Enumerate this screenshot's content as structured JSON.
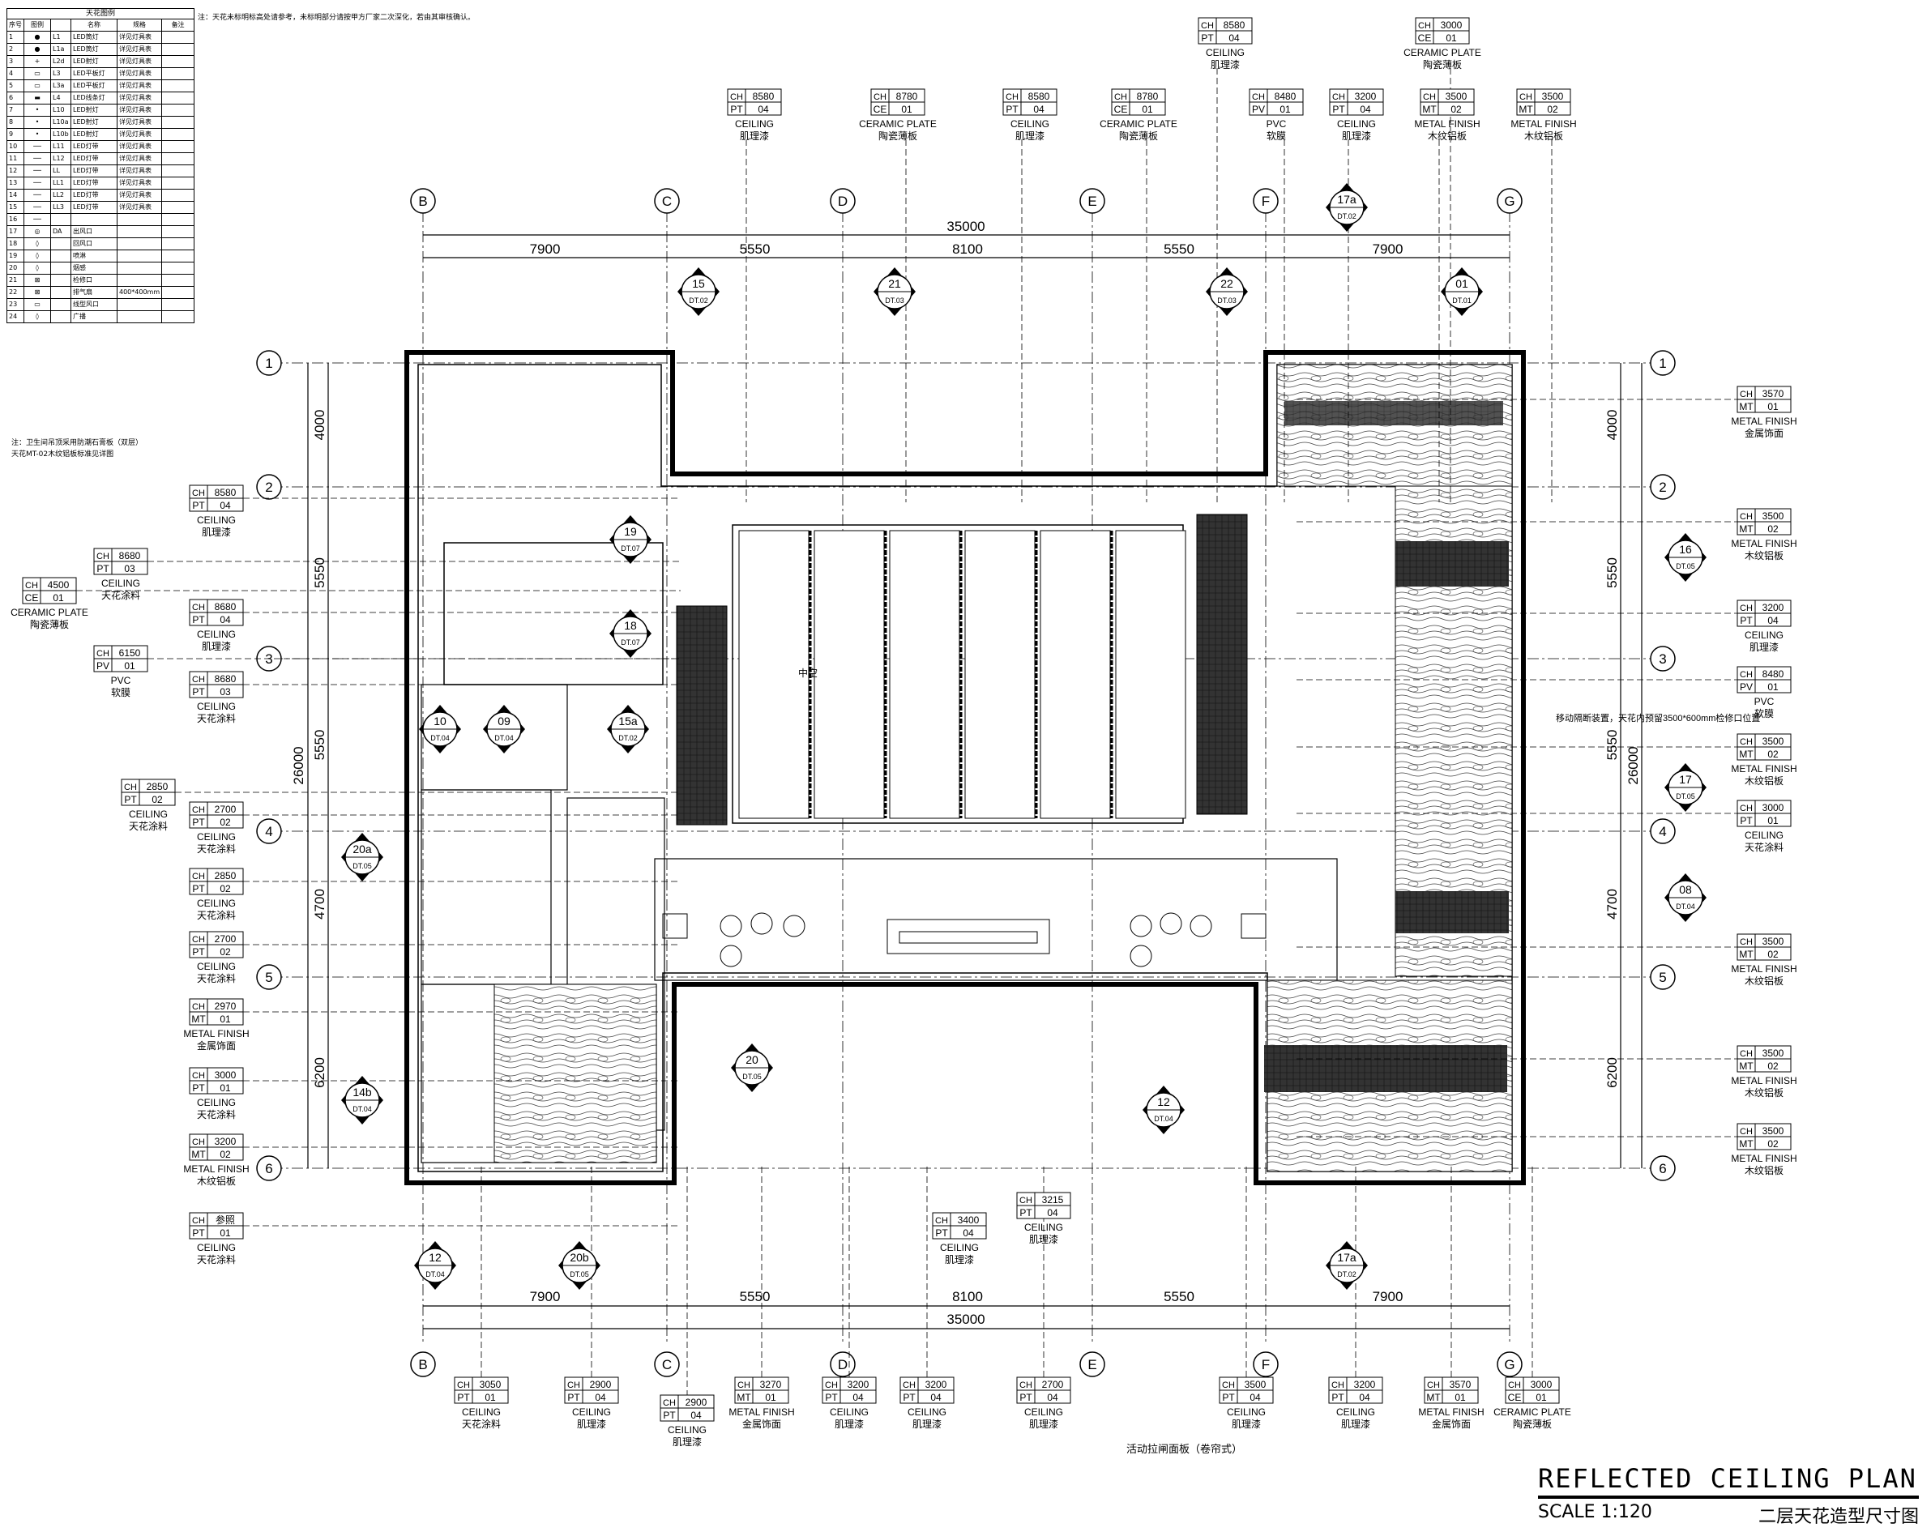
{
  "legend": {
    "title": "天花图例",
    "headers": [
      "序号",
      "图例",
      "",
      "名称",
      "规格",
      "备注"
    ],
    "rows": [
      {
        "no": "1",
        "code": "L1",
        "name": "LED筒灯",
        "spec": "详见灯具表"
      },
      {
        "no": "2",
        "code": "L1a",
        "name": "LED筒灯",
        "spec": "详见灯具表"
      },
      {
        "no": "3",
        "code": "L2d",
        "name": "LED射灯",
        "spec": "详见灯具表"
      },
      {
        "no": "4",
        "code": "L3",
        "name": "LED平板灯",
        "spec": "详见灯具表"
      },
      {
        "no": "5",
        "code": "L3a",
        "name": "LED平板灯",
        "spec": "详见灯具表"
      },
      {
        "no": "6",
        "code": "L4",
        "name": "LED线条灯",
        "spec": "详见灯具表"
      },
      {
        "no": "7",
        "code": "L10",
        "name": "LED射灯",
        "spec": "详见灯具表"
      },
      {
        "no": "8",
        "code": "L10a",
        "name": "LED射灯",
        "spec": "详见灯具表"
      },
      {
        "no": "9",
        "code": "L10b",
        "name": "LED射灯",
        "spec": "详见灯具表"
      },
      {
        "no": "10",
        "code": "L11",
        "name": "LED灯带",
        "spec": "详见灯具表"
      },
      {
        "no": "11",
        "code": "L12",
        "name": "LED灯带",
        "spec": "详见灯具表"
      },
      {
        "no": "12",
        "code": "LL",
        "name": "LED灯带",
        "spec": "详见灯具表"
      },
      {
        "no": "13",
        "code": "LL1",
        "name": "LED灯带",
        "spec": "详见灯具表"
      },
      {
        "no": "14",
        "code": "LL2",
        "name": "LED灯带",
        "spec": "详见灯具表"
      },
      {
        "no": "15",
        "code": "LL3",
        "name": "LED灯带",
        "spec": "详见灯具表"
      },
      {
        "no": "16",
        "code": "",
        "name": "",
        "spec": ""
      },
      {
        "no": "17",
        "code": "DA",
        "name": "出风口",
        "spec": ""
      },
      {
        "no": "18",
        "code": "",
        "name": "回风口",
        "spec": ""
      },
      {
        "no": "19",
        "code": "",
        "name": "喷淋",
        "spec": ""
      },
      {
        "no": "20",
        "code": "",
        "name": "烟感",
        "spec": ""
      },
      {
        "no": "21",
        "code": "",
        "name": "检修口",
        "spec": ""
      },
      {
        "no": "22",
        "code": "",
        "name": "排气扇",
        "spec": "400*400mm"
      },
      {
        "no": "23",
        "code": "",
        "name": "线型风口",
        "spec": ""
      },
      {
        "no": "24",
        "code": "",
        "name": "广播",
        "spec": ""
      }
    ]
  },
  "notes": {
    "top": "注：天花未标明标高处请参考，未标明部分请按甲方厂家二次深化，若由其审核确认。",
    "left_line1": "注：卫生间吊顶采用防潮石膏板（双层）",
    "left_line2": "天花MT-02木纹铝板标准见详图"
  },
  "grid": {
    "columns": [
      "B",
      "C",
      "D",
      "E",
      "F",
      "G"
    ],
    "rows": [
      "1",
      "2",
      "3",
      "4",
      "5",
      "6"
    ],
    "spans_x": [
      "7900",
      "5550",
      "8100",
      "5550",
      "7900"
    ],
    "total_x": "35000",
    "spans_y": [
      "4000",
      "5550",
      "5550",
      "4700",
      "6200"
    ],
    "total_y": "26000"
  },
  "callouts_top": [
    {
      "ch": "8580",
      "code": "PT",
      "num": "04",
      "en": "CEILING",
      "cn": "肌理漆"
    },
    {
      "ch": "8780",
      "code": "CE",
      "num": "01",
      "en": "CERAMIC PLATE",
      "cn": "陶瓷薄板"
    },
    {
      "ch": "8580",
      "code": "PT",
      "num": "04",
      "en": "CEILING",
      "cn": "肌理漆"
    },
    {
      "ch": "8780",
      "code": "CE",
      "num": "01",
      "en": "CERAMIC PLATE",
      "cn": "陶瓷薄板"
    },
    {
      "ch": "8580",
      "code": "PT",
      "num": "04",
      "en": "CEILING",
      "cn": "肌理漆"
    },
    {
      "ch": "8480",
      "code": "PV",
      "num": "01",
      "en": "PVC",
      "cn": "软膜"
    },
    {
      "ch": "3200",
      "code": "PT",
      "num": "04",
      "en": "CEILING",
      "cn": "肌理漆"
    },
    {
      "ch": "3000",
      "code": "CE",
      "num": "01",
      "en": "CERAMIC PLATE",
      "cn": "陶瓷薄板"
    },
    {
      "ch": "3500",
      "code": "MT",
      "num": "02",
      "en": "METAL FINISH",
      "cn": "木纹铝板"
    },
    {
      "ch": "3500",
      "code": "MT",
      "num": "02",
      "en": "METAL FINISH",
      "cn": "木纹铝板"
    }
  ],
  "callouts_left": [
    {
      "ch": "8580",
      "code": "PT",
      "num": "04",
      "en": "CEILING",
      "cn": "肌理漆"
    },
    {
      "ch": "8680",
      "code": "PT",
      "num": "03",
      "en": "CEILING",
      "cn": "天花涂料"
    },
    {
      "ch": "4500",
      "code": "CE",
      "num": "01",
      "en": "CERAMIC PLATE",
      "cn": "陶瓷薄板"
    },
    {
      "ch": "8680",
      "code": "PT",
      "num": "04",
      "en": "CEILING",
      "cn": "肌理漆"
    },
    {
      "ch": "6150",
      "code": "PV",
      "num": "01",
      "en": "PVC",
      "cn": "软膜"
    },
    {
      "ch": "8680",
      "code": "PT",
      "num": "03",
      "en": "CEILING",
      "cn": "天花涂料"
    },
    {
      "ch": "2850",
      "code": "PT",
      "num": "02",
      "en": "CEILING",
      "cn": "天花涂料"
    },
    {
      "ch": "2700",
      "code": "PT",
      "num": "02",
      "en": "CEILING",
      "cn": "天花涂料"
    },
    {
      "ch": "2850",
      "code": "PT",
      "num": "02",
      "en": "CEILING",
      "cn": "天花涂料"
    },
    {
      "ch": "2700",
      "code": "PT",
      "num": "02",
      "en": "CEILING",
      "cn": "天花涂料"
    },
    {
      "ch": "2970",
      "code": "MT",
      "num": "01",
      "en": "METAL FINISH",
      "cn": "金属饰面"
    },
    {
      "ch": "3000",
      "code": "PT",
      "num": "01",
      "en": "CEILING",
      "cn": "天花涂料"
    },
    {
      "ch": "3200",
      "code": "MT",
      "num": "02",
      "en": "METAL FINISH",
      "cn": "木纹铝板"
    },
    {
      "ch": "参照",
      "code": "PT",
      "num": "01",
      "en": "CEILING",
      "cn": "天花涂料"
    }
  ],
  "callouts_right": [
    {
      "ch": "3570",
      "code": "MT",
      "num": "01",
      "en": "METAL FINISH",
      "cn": "金属饰面"
    },
    {
      "ch": "3500",
      "code": "MT",
      "num": "02",
      "en": "METAL FINISH",
      "cn": "木纹铝板"
    },
    {
      "ch": "3200",
      "code": "PT",
      "num": "04",
      "en": "CEILING",
      "cn": "肌理漆"
    },
    {
      "ch": "8480",
      "code": "PV",
      "num": "01",
      "en": "PVC",
      "cn": "软膜"
    },
    {
      "ch": "3500",
      "code": "MT",
      "num": "02",
      "en": "METAL FINISH",
      "cn": "木纹铝板"
    },
    {
      "ch": "3000",
      "code": "PT",
      "num": "01",
      "en": "CEILING",
      "cn": "天花涂料"
    },
    {
      "ch": "3500",
      "code": "MT",
      "num": "02",
      "en": "METAL FINISH",
      "cn": "木纹铝板"
    },
    {
      "ch": "3500",
      "code": "MT",
      "num": "02",
      "en": "METAL FINISH",
      "cn": "木纹铝板"
    },
    {
      "ch": "3500",
      "code": "MT",
      "num": "02",
      "en": "METAL FINISH",
      "cn": "木纹铝板"
    }
  ],
  "callouts_bottom": [
    {
      "ch": "3050",
      "code": "PT",
      "num": "01",
      "en": "CEILING",
      "cn": "天花涂料"
    },
    {
      "ch": "2900",
      "code": "PT",
      "num": "04",
      "en": "CEILING",
      "cn": "肌理漆"
    },
    {
      "ch": "2900",
      "code": "PT",
      "num": "04",
      "en": "CEILING",
      "cn": "肌理漆"
    },
    {
      "ch": "3270",
      "code": "MT",
      "num": "01",
      "en": "METAL FINISH",
      "cn": "金属饰面"
    },
    {
      "ch": "3200",
      "code": "PT",
      "num": "04",
      "en": "CEILING",
      "cn": "肌理漆"
    },
    {
      "ch": "3200",
      "code": "PT",
      "num": "04",
      "en": "CEILING",
      "cn": "肌理漆"
    },
    {
      "ch": "2700",
      "code": "PT",
      "num": "04",
      "en": "CEILING",
      "cn": "肌理漆"
    },
    {
      "ch": "3500",
      "code": "PT",
      "num": "04",
      "en": "CEILING",
      "cn": "肌理漆"
    },
    {
      "ch": "3200",
      "code": "PT",
      "num": "04",
      "en": "CEILING",
      "cn": "肌理漆"
    },
    {
      "ch": "3570",
      "code": "MT",
      "num": "01",
      "en": "METAL FINISH",
      "cn": "金属饰面"
    },
    {
      "ch": "3000",
      "code": "CE",
      "num": "01",
      "en": "CERAMIC PLATE",
      "cn": "陶瓷薄板"
    }
  ],
  "callouts_inner": [
    {
      "ch": "3400",
      "code": "PT",
      "num": "04",
      "en": "CEILING",
      "cn": "肌理漆"
    },
    {
      "ch": "3215",
      "code": "PT",
      "num": "04",
      "en": "CEILING",
      "cn": "肌理漆"
    }
  ],
  "sections": [
    {
      "num": "15",
      "sheet": "DT.02"
    },
    {
      "num": "21",
      "sheet": "DT.03"
    },
    {
      "num": "22",
      "sheet": "DT.03"
    },
    {
      "num": "01",
      "sheet": "DT.01"
    },
    {
      "num": "17a",
      "sheet": "DT.02"
    },
    {
      "num": "19",
      "sheet": "DT.07"
    },
    {
      "num": "18",
      "sheet": "DT.07"
    },
    {
      "num": "10",
      "sheet": "DT.04"
    },
    {
      "num": "09",
      "sheet": "DT.04"
    },
    {
      "num": "15a",
      "sheet": "DT.02"
    },
    {
      "num": "20a",
      "sheet": "DT.05"
    },
    {
      "num": "14b",
      "sheet": "DT.04"
    },
    {
      "num": "20",
      "sheet": "DT.05"
    },
    {
      "num": "12",
      "sheet": "DT.04"
    },
    {
      "num": "16",
      "sheet": "DT.05"
    },
    {
      "num": "17",
      "sheet": "DT.05"
    },
    {
      "num": "08",
      "sheet": "DT.04"
    },
    {
      "num": "12",
      "sheet": "DT.04"
    },
    {
      "num": "20b",
      "sheet": "DT.05"
    },
    {
      "num": "17a",
      "sheet": "DT.02"
    }
  ],
  "labels": {
    "atrium": "中空",
    "partition_note": "活动拉闸面板（卷帘式）",
    "right_note": "移动隔断装置，天花内预留3500*600mm检修口位置",
    "suffix": "参"
  },
  "title": {
    "main": "REFLECTED CEILING PLAN",
    "scale": "SCALE 1:120",
    "cn": "二层天花造型尺寸图"
  }
}
